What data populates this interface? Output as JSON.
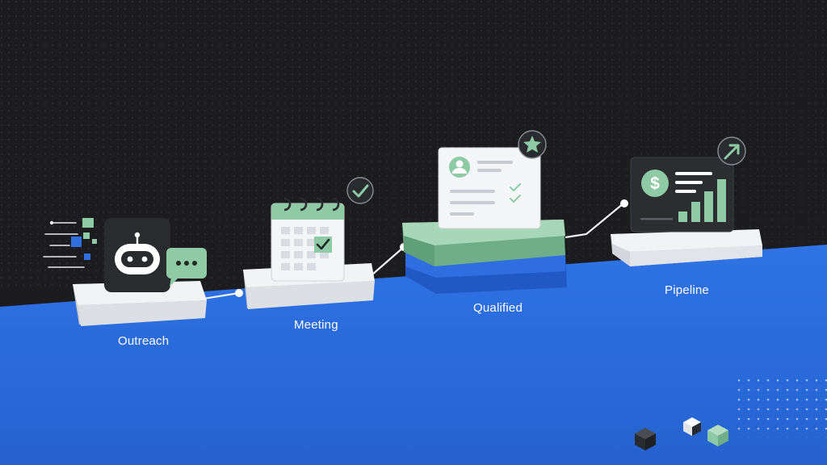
{
  "stages": [
    {
      "label": "Outreach",
      "icon": "robot-icon"
    },
    {
      "label": "Meeting",
      "icon": "calendar-icon"
    },
    {
      "label": "Qualified",
      "icon": "profile-card-icon"
    },
    {
      "label": "Pipeline",
      "icon": "revenue-chart-icon"
    }
  ],
  "badges": {
    "meeting": "check-icon",
    "qualified": "star-icon",
    "pipeline": "trend-up-icon"
  },
  "pipeline_panel": {
    "currency_symbol": "$"
  },
  "colors": {
    "background": "#1c1c1e",
    "accent_blue": "#2f6fe0",
    "accent_green": "#8fcaa6",
    "platform": "#eceef2",
    "panel_dark": "#2b2d31"
  }
}
